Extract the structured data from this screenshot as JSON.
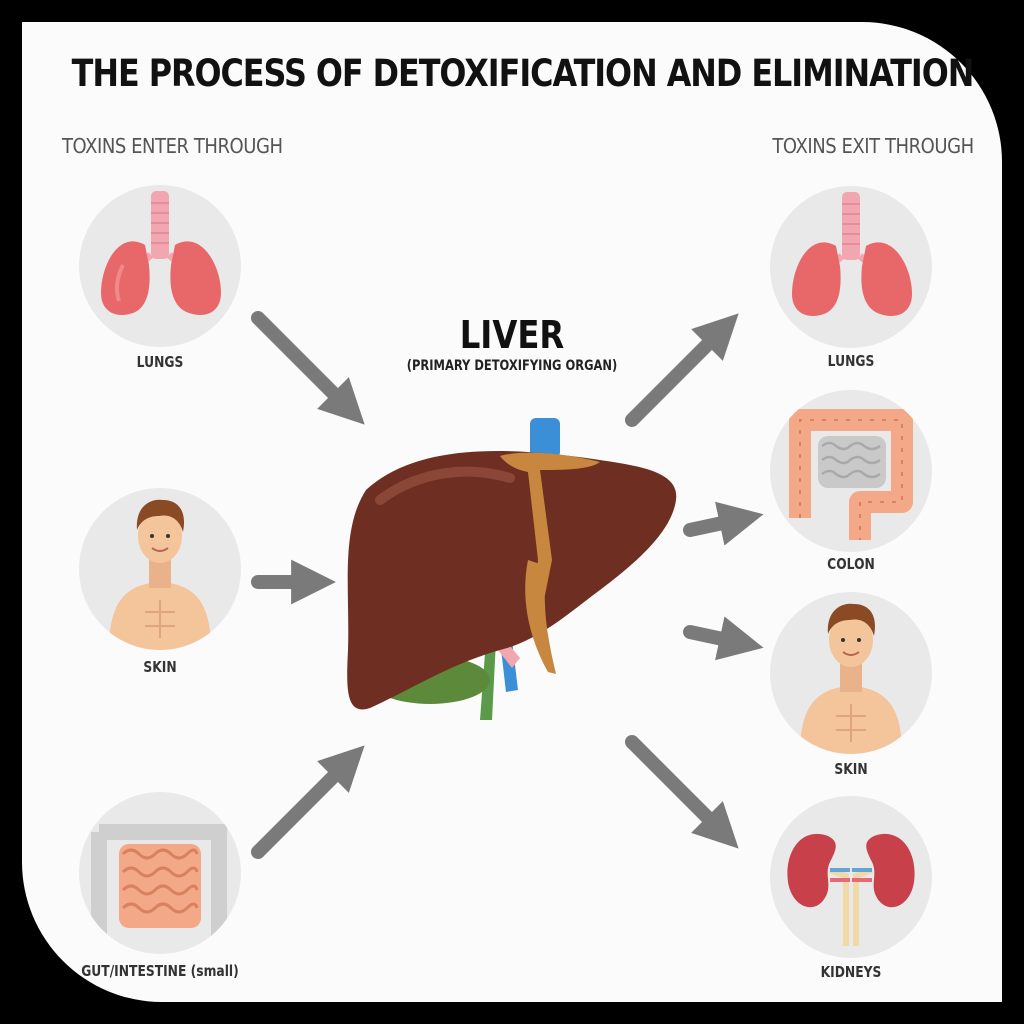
{
  "title": "THE PROCESS OF DETOXIFICATION AND ELIMINATION",
  "enter_heading": "TOXINS ENTER THROUGH",
  "exit_heading": "TOXINS EXIT THROUGH",
  "center": {
    "label": "LIVER",
    "sublabel": "(PRIMARY DETOXIFYING ORGAN)"
  },
  "entry_organs": [
    {
      "label": "LUNGS",
      "icon": "lungs-icon"
    },
    {
      "label": "SKIN",
      "icon": "man-torso-icon"
    },
    {
      "label": "GUT/INTESTINE (small)",
      "icon": "small-intestine-icon"
    }
  ],
  "exit_organs": [
    {
      "label": "LUNGS",
      "icon": "lungs-icon"
    },
    {
      "label": "COLON",
      "icon": "colon-icon"
    },
    {
      "label": "SKIN",
      "icon": "man-torso-icon"
    },
    {
      "label": "KIDNEYS",
      "icon": "kidneys-icon"
    }
  ],
  "colors": {
    "background": "#fbfbfb",
    "frame": "#000000",
    "circle": "#e9e9e9",
    "arrow": "#7a7a7a",
    "liver": "#6e2f22",
    "lungs": "#e8686a",
    "skin": "#f4c49b"
  }
}
